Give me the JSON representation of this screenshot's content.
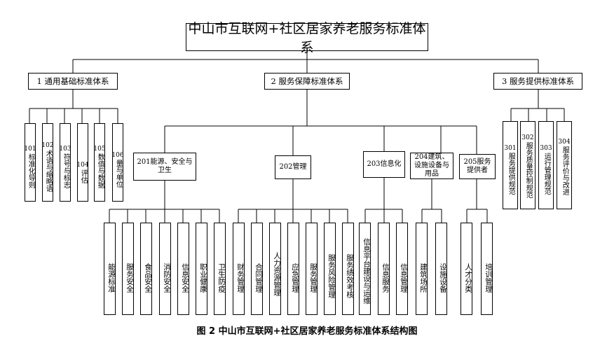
{
  "root": "中山市互联网+社区居家养老服务标准体系",
  "level1": [
    "1 通用基础标准体系",
    "2 服务保障标准体系",
    "3 服务提供标准体系"
  ],
  "group1_items": [
    [
      "101",
      "标准化导则"
    ],
    [
      "102",
      "术语与缩略语"
    ],
    [
      "103",
      "符号与标志"
    ],
    [
      "104",
      "评估"
    ],
    [
      "105",
      "数值与数据"
    ],
    [
      "106",
      "量与单位"
    ]
  ],
  "group2_subs": [
    "201能源、安全与卫生",
    "202管理",
    "203信息化",
    "204建筑、设施设备与用品",
    "205服务提供者"
  ],
  "sub201_items": [
    "能源标准",
    "服务安全",
    "食品安全",
    "消防安全",
    "信息安全",
    "职业健康",
    "卫生防疫"
  ],
  "sub202_items": [
    "财务管理",
    "合同管理",
    "人力资源管理",
    "应急管理",
    "服务管理",
    "服务风险管理",
    "服务绩效考核"
  ],
  "sub203_items": [
    "信息平台建设与运维",
    "信息服务",
    "信息管理"
  ],
  "sub204_items": [
    "建筑场所",
    "设施设备"
  ],
  "sub205_items": [
    "人才分类",
    "培训管理"
  ],
  "group3_items": [
    [
      "301",
      "服务提供规范"
    ],
    [
      "302",
      "服务质量控制规范"
    ],
    [
      "303",
      "运行管理规范"
    ],
    [
      "304",
      "服务评价与改进"
    ]
  ],
  "caption": "图 2  中山市互联网+社区居家养老服务标准体系结构图"
}
